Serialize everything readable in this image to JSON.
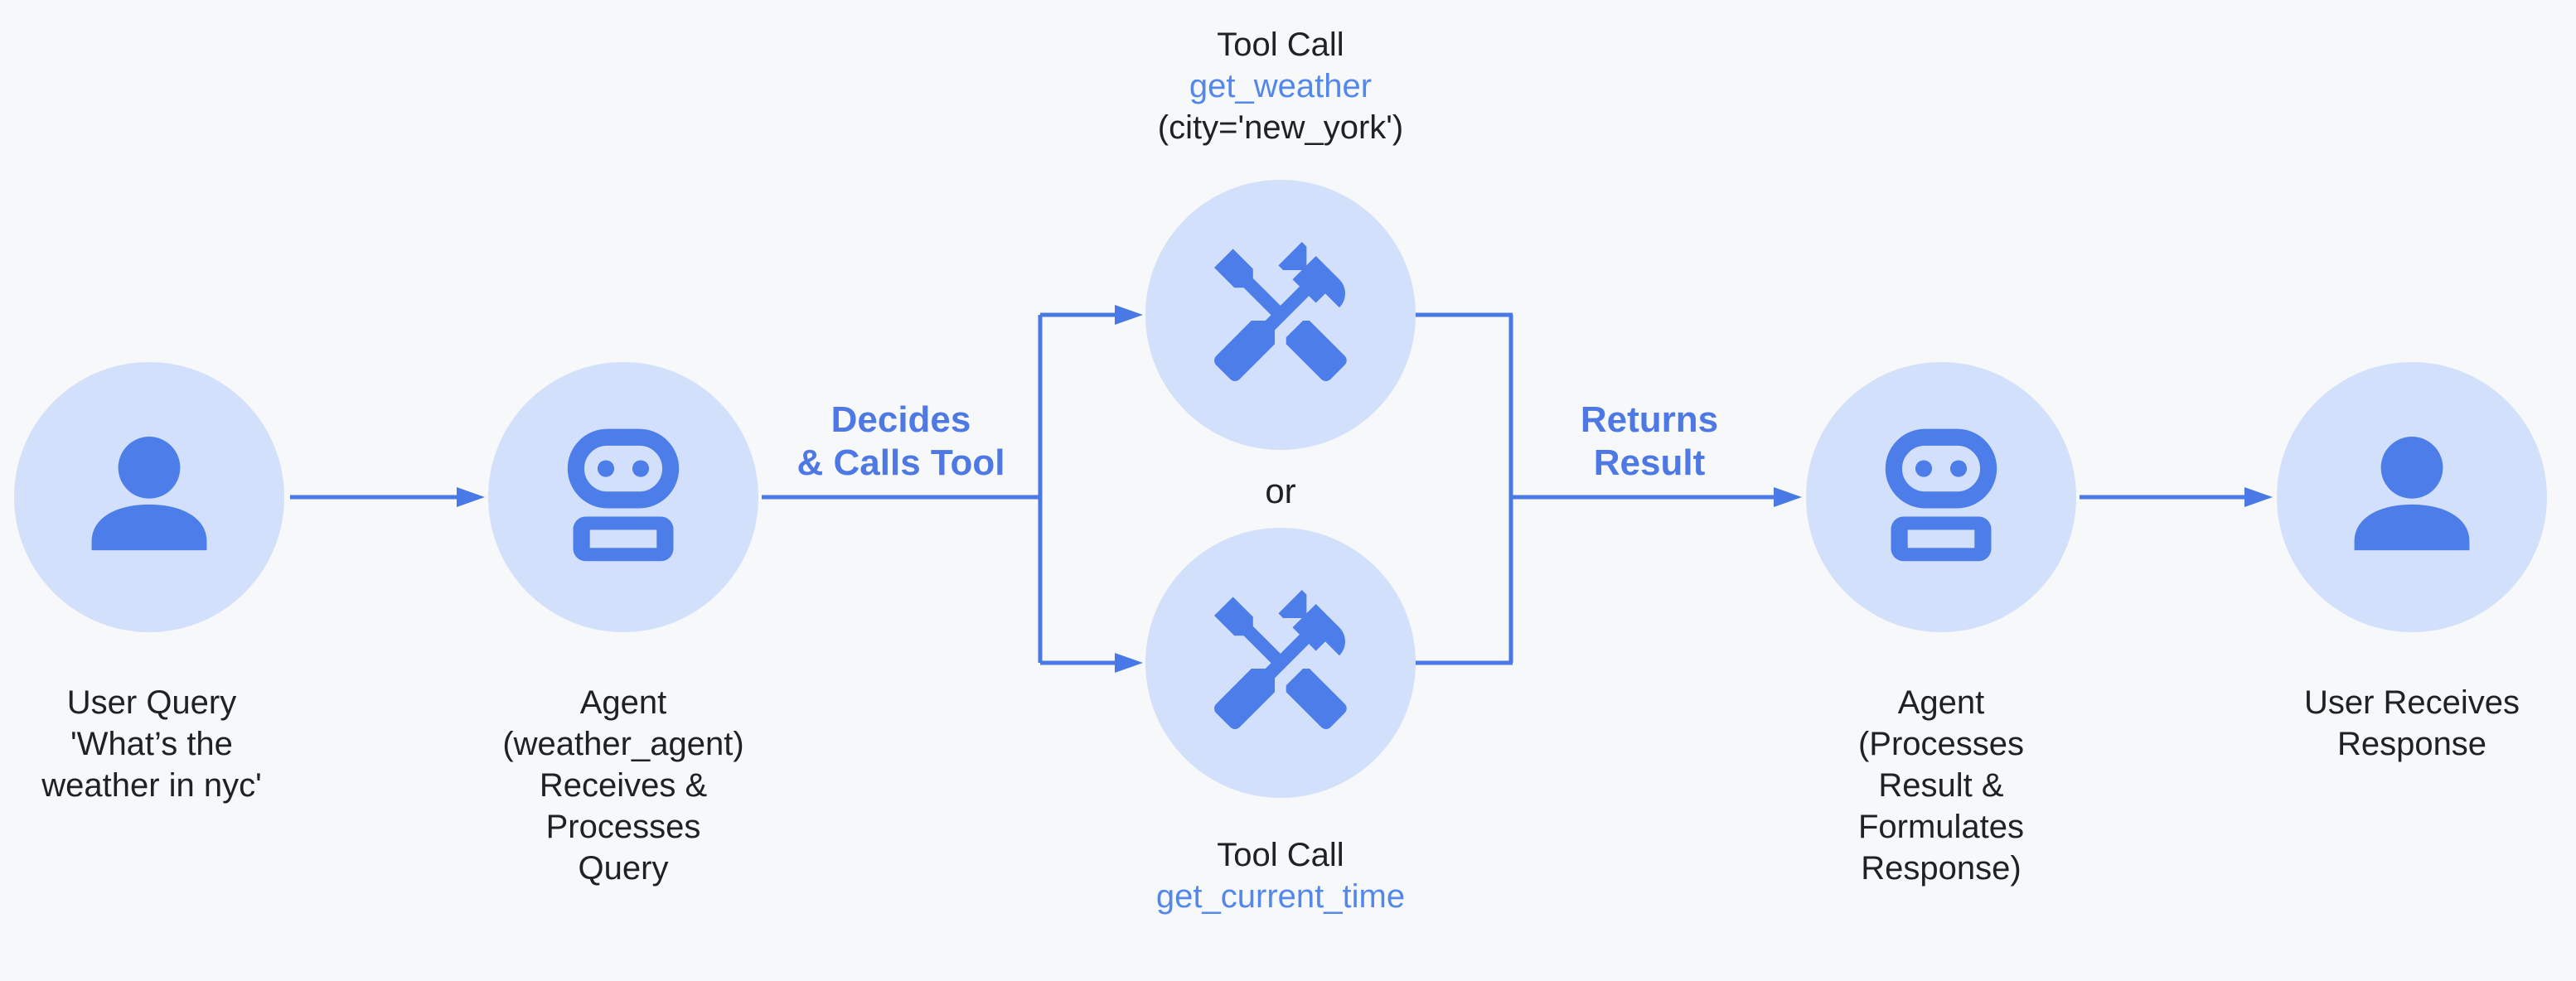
{
  "colors": {
    "background": "#f6f8fa",
    "node_fill": "#d3e0fb",
    "icon_blue": "#4c7de8",
    "arrow_blue": "#4879e7",
    "text_dark": "#202124",
    "tool_name_blue": "#5387ec",
    "edge_label_blue": "#4e79e4"
  },
  "nodes": {
    "user_query": {
      "icon": "person-icon",
      "label": [
        "User Query",
        "'What’s the",
        "weather in nyc'"
      ]
    },
    "agent_receive": {
      "icon": "robot-icon",
      "label": [
        "Agent",
        "(weather_agent)",
        "Receives &",
        "Processes",
        "Query"
      ]
    },
    "tool_get_weather": {
      "icon": "handyman-icon",
      "label_top": "Tool Call",
      "tool_name": "get_weather",
      "label_args": "(city='new_york')"
    },
    "tool_get_current_time": {
      "icon": "handyman-icon",
      "label_top": "Tool Call",
      "tool_name": "get_current_time"
    },
    "agent_respond": {
      "icon": "robot-icon",
      "label": [
        "Agent",
        "(Processes",
        "Result &",
        "Formulates",
        "Response)"
      ]
    },
    "user_response": {
      "icon": "person-icon",
      "label": [
        "User Receives",
        "Response"
      ]
    }
  },
  "edges": {
    "decides_label": [
      "Decides",
      "& Calls Tool"
    ],
    "returns_label": [
      "Returns",
      "Result"
    ],
    "or_label": "or"
  }
}
